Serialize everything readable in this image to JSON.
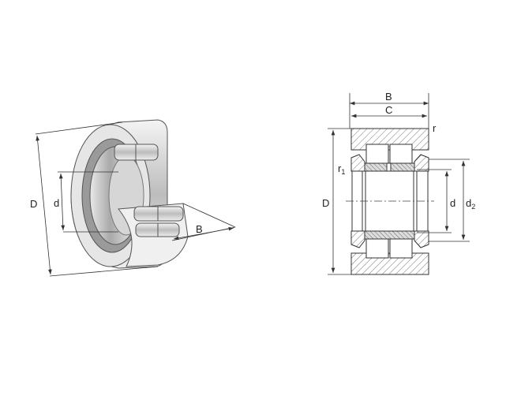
{
  "perspective_view": {
    "labels": {
      "D": "D",
      "d": "d",
      "B": "B"
    }
  },
  "section_view": {
    "labels": {
      "B": "B",
      "C": "C",
      "r": "r",
      "r1_main": "r",
      "r1_sub": "1",
      "D": "D",
      "d": "d",
      "d2_main": "d",
      "d2_sub": "2"
    }
  }
}
